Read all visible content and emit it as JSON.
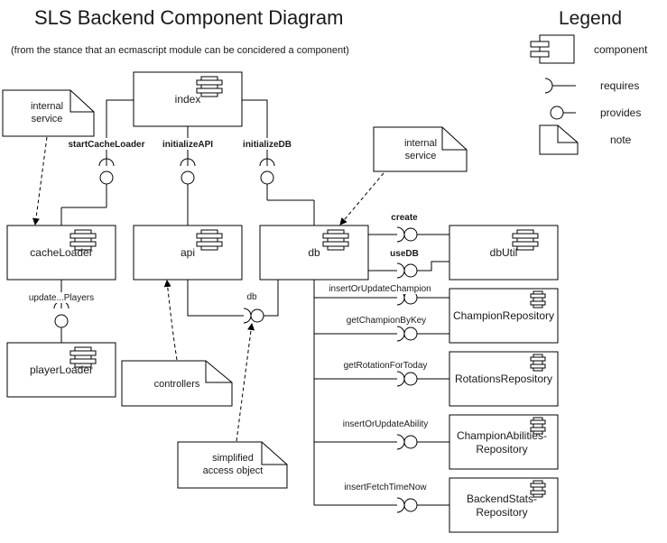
{
  "title": "SLS Backend Component Diagram",
  "subtitle": "(from the stance that an ecmascript module can be concidered a component)",
  "legend": {
    "title": "Legend",
    "component": "component",
    "requires": "requires",
    "provides": "provides",
    "note": "note"
  },
  "components": {
    "index": "index",
    "cacheLoader": "cacheLoader",
    "api": "api",
    "db": "db",
    "dbUtil": "dbUtil",
    "playerLoader": "playerLoader",
    "championRepository": "ChampionRepository",
    "rotationsRepository": "RotationsRepository",
    "championAbilitiesRepository": "ChampionAbilities-\nRepository",
    "backendStatsRepository": "BackendStats-\nRepository"
  },
  "interfaces": {
    "startCacheLoader": "startCacheLoader",
    "initializeAPI": "initializeAPI",
    "initializeDB": "initializeDB",
    "create": "create",
    "useDB": "useDB",
    "updatePlayers": "update...Players",
    "dbAccess": "db",
    "insertOrUpdateChampion": "insertOrUpdateChampion",
    "getChampionByKey": "getChampionByKey",
    "getRotationForToday": "getRotationForToday",
    "insertOrUpdateAbility": "insertOrUpdateAbility",
    "insertFetchTimeNow": "insertFetchTimeNow"
  },
  "notes": {
    "internalService1": "internal\nservice",
    "internalService2": "internal\nservice",
    "controllers": "controllers",
    "simplifiedAccess": "simplified\naccess object"
  }
}
